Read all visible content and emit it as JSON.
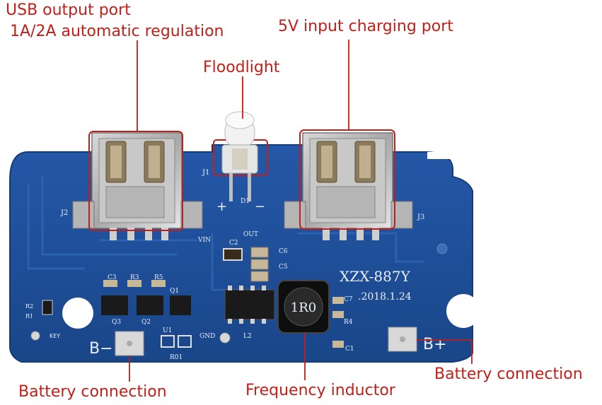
{
  "labels": {
    "usb_output_line1": "USB output port",
    "usb_output_line2": "1A/2A automatic regulation",
    "input_port": "5V input charging port",
    "floodlight": "Floodlight",
    "battery_left": "Battery connection",
    "frequency_inductor": "Frequency inductor",
    "battery_right": "Battery connection"
  },
  "board": {
    "model": "XZX-887Y",
    "date": ".2018.1.24",
    "inductor_code": "1R0",
    "b_minus": "B−",
    "b_plus": "B+",
    "j1": "J1",
    "j2": "J2",
    "j3": "J3",
    "d1": "D1",
    "key": "KEY",
    "vin": "VIN",
    "out": "OUT",
    "gnd": "GND",
    "c1": "C1",
    "c2": "C2",
    "c3": "C3",
    "c5": "C5",
    "c6": "C6",
    "c7": "C7",
    "r1": "R1",
    "r2": "R2",
    "r3": "R3",
    "r4": "R4",
    "r5": "R5",
    "r01": "R01",
    "q1": "Q1",
    "q2": "Q2",
    "q3": "Q3",
    "u1": "U1",
    "l2": "L2",
    "plus": "+",
    "minus": "−"
  },
  "colors": {
    "annotation": "#c0201a",
    "pcb": "#1e4f9a",
    "highlight_box": "#c0201a"
  }
}
